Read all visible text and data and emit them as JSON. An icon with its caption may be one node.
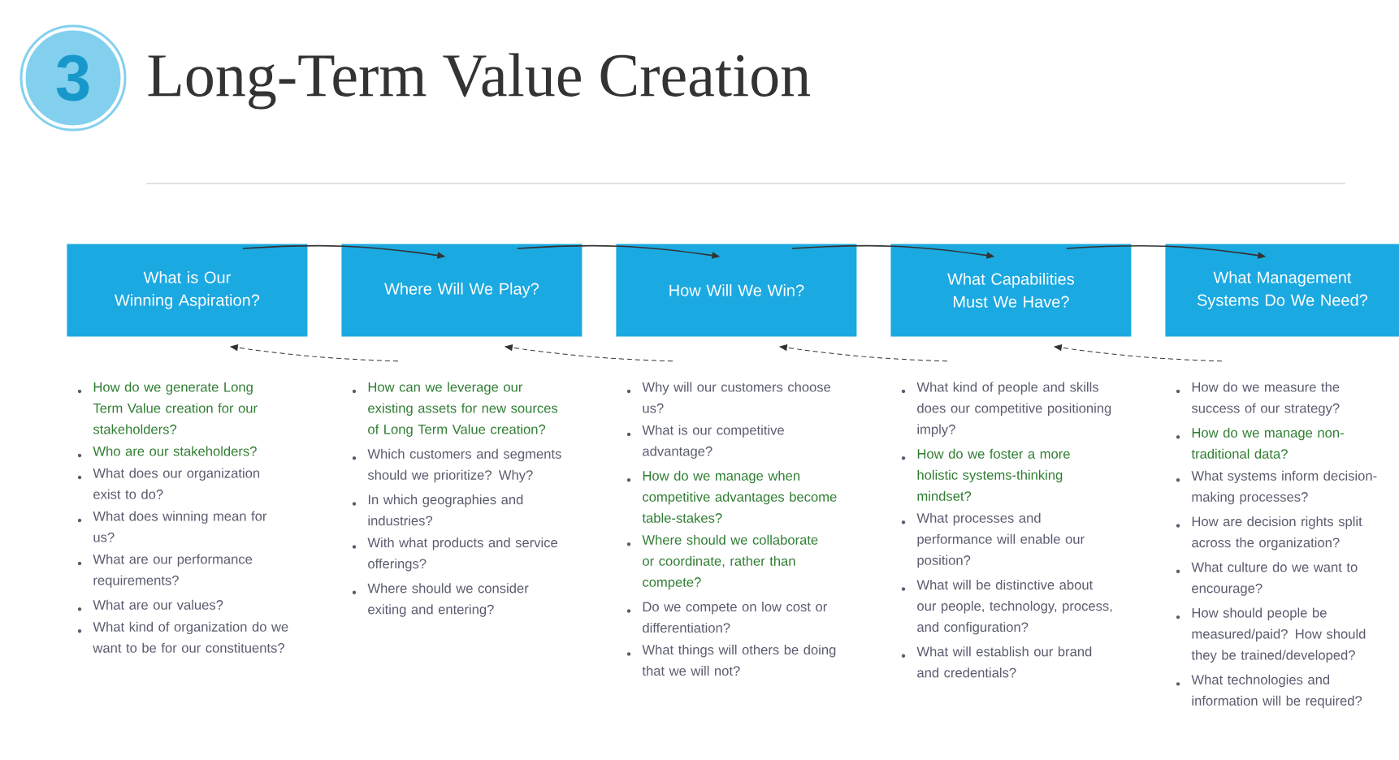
{
  "diagram": {
    "title": "Long-Term Value Creation",
    "nodes": [
      {
        "text": [
          "3"
        ]
      },
      {
        "text": [
          "What is Our Winning Aspiration?"
        ],
        "beside": [
          "How do we generate Long Term Value creation for our stakeholders?",
          "Who are our stakeholders?",
          "What does our organization exist to do?",
          "What does winning mean for us?",
          "What are our performance requirements?",
          "What are our values?",
          "What kind of organization do we want to be for our constituents?"
        ]
      },
      {
        "text": [
          "Where Will We Play?"
        ],
        "beside": [
          "How can we leverage our existing assets for new sources of Long Term Value creation?",
          "Which customers and segments should we prioritize? Why?",
          "In which geographies and industries?",
          "With what products and service offerings?",
          "Where should we consider exiting and entering?"
        ]
      },
      {
        "text": [
          "How Will We Win?"
        ],
        "beside": [
          "Why will our customers choose us?",
          "What is our competitive advantage?",
          "How do we manage when competitive advantages become table-stakes?",
          "Where should we collaborate or coordinate, rather than compete?",
          "Do we compete on low cost or differentiation?",
          "What things will others be doing that we will not?"
        ]
      },
      {
        "text": [
          "What Capabilities Must We Have?"
        ],
        "beside": [
          "What kind of people and skills does our competitive positioning imply?",
          "How do we foster a more holistic systems-thinking mindset?",
          "What processes and performance will enable our position?",
          "What will be distinctive about our people, technology, process, and configuration?",
          "What will establish our brand and credentials?"
        ]
      },
      {
        "text": [
          "What Management Systems Do We Need?"
        ],
        "beside": [
          "How do we measure the success of our strategy?",
          "How do we manage non-traditional data?",
          "What systems inform decision-making processes?",
          "How are decision rights split across the organization?",
          "What culture do we want to encourage?",
          "How should people be measured/paid? How should they be trained/developed?",
          "What technologies and information will be required?"
        ]
      }
    ],
    "edges": [
      {
        "from": 1,
        "to": 2,
        "arrow": "to"
      },
      {
        "from": 2,
        "to": 3,
        "arrow": "to"
      },
      {
        "from": 3,
        "to": 4,
        "arrow": "to"
      },
      {
        "from": 4,
        "to": 5,
        "arrow": "to"
      },
      {
        "from": 2,
        "to": 1,
        "arrow": "to",
        "style": "dashed"
      },
      {
        "from": 3,
        "to": 2,
        "arrow": "to",
        "style": "dashed"
      },
      {
        "from": 4,
        "to": 3,
        "arrow": "to",
        "style": "dashed"
      },
      {
        "from": 5,
        "to": 4,
        "arrow": "to",
        "style": "dashed"
      }
    ]
  }
}
